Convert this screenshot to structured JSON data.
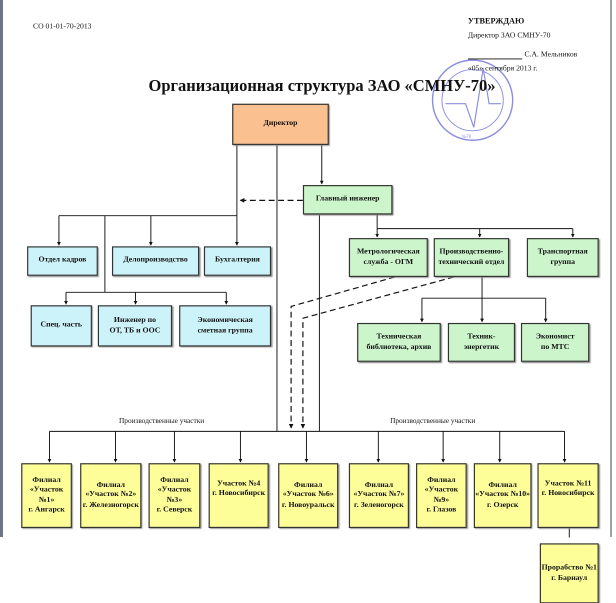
{
  "doc_code": "СО 01-01-70-2013",
  "approval": {
    "heading": "УТВЕРЖДАЮ",
    "position": "Директор ЗАО СМНУ-70",
    "signer": "С.А. Мельников",
    "date": "«05» сентября 2013 г."
  },
  "stamp_text": "ЗАО СМНУ №70 г. Новосибирск",
  "title": "Организационная структура ЗАО «СМНУ-70»",
  "director": "Директор",
  "chief_engineer": "Главный инженер",
  "admin_units": [
    "Отдел кадров",
    "Делопроизводство",
    "Бухгалтерия"
  ],
  "admin_subunits": [
    "Спец. часть",
    "Инженер по\nОТ, ТБ и ООС",
    "Экономическая\nсметная группа"
  ],
  "engineering_units": [
    "Метрологическая\nслужба - ОГМ",
    "Производственно-\nтехнический отдел",
    "Транспортная\nгруппа"
  ],
  "pto_subunits": [
    "Техническая\nбиблиотека, архив",
    "Техник-\nэнергетик",
    "Экономист\nпо МТС"
  ],
  "sites_label_left": "Производственные участки",
  "sites_label_right": "Производственные участки",
  "sites": [
    "Филиал\n«Участок №1»\nг. Ангарск",
    "Филиал\n«Участок №2»\nг. Железногорск",
    "Филиал\n«Участок №3»\nг. Северск",
    "Участок №4\nг. Новосибирск",
    "Филиал\n«Участок №6»\nг. Новоуральск",
    "Филиал\n«Участок №7»\nг. Зеленогорск",
    "Филиал\n«Участок №9»\nг. Глазов",
    "Филиал\n«Участок №10»\nг. Озерск",
    "Участок №11\nг. Новосибирск"
  ],
  "sub_site": "Прорабство №1\nг. Барнаул",
  "colors": {
    "director": "#fac08f",
    "engineering": "#ccf5cc",
    "admin": "#cdf3fa",
    "sites": "#fefe99",
    "stamp": "#5a5fd0"
  }
}
